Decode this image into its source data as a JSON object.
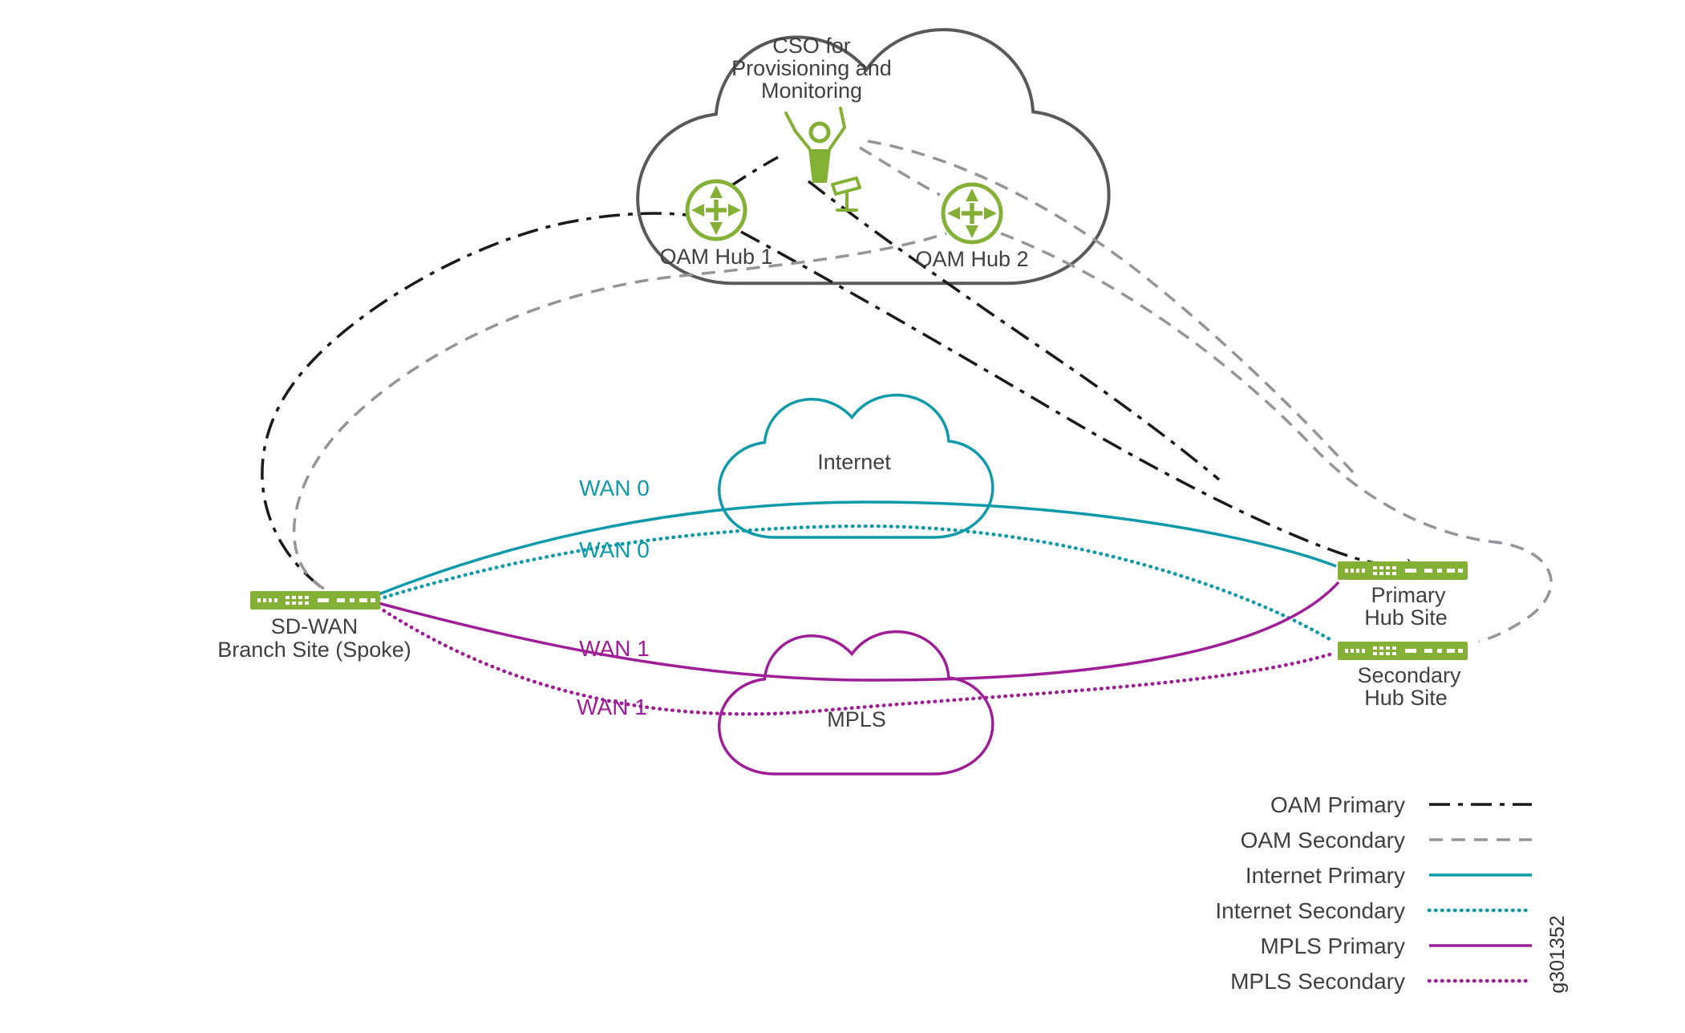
{
  "cso": {
    "line1": "CSO for",
    "line2": "Provisioning and",
    "line3": "Monitoring"
  },
  "nodes": {
    "oam_hub1": "OAM Hub 1",
    "oam_hub2": "OAM Hub 2",
    "internet": "Internet",
    "mpls": "MPLS",
    "branch_line1": "SD-WAN",
    "branch_line2": "Branch Site (Spoke)",
    "primary_line1": "Primary",
    "primary_line2": "Hub Site",
    "secondary_line1": "Secondary",
    "secondary_line2": "Hub Site"
  },
  "wan": {
    "wan0_primary": "WAN 0",
    "wan0_secondary": "WAN 0",
    "wan1_primary": "WAN 1",
    "wan1_secondary": "WAN 1"
  },
  "legend": {
    "items": [
      {
        "label": "OAM Primary",
        "style": "dashdot",
        "color": "#1a1a1a"
      },
      {
        "label": "OAM Secondary",
        "style": "dashed",
        "color": "#939598"
      },
      {
        "label": "Internet Primary",
        "style": "solid",
        "color": "#0e9aaa"
      },
      {
        "label": "Internet Secondary",
        "style": "dotted",
        "color": "#0e9aaa"
      },
      {
        "label": "MPLS Primary",
        "style": "solid",
        "color": "#9f1d96"
      },
      {
        "label": "MPLS Secondary",
        "style": "dotted",
        "color": "#9f1d96"
      }
    ]
  },
  "figure_id": "g301352",
  "colors": {
    "juniper_green": "#84b135",
    "teal": "#0e9aaa",
    "magenta": "#9f1d96",
    "oam_gray": "#939598",
    "oam_black": "#1a1a1a",
    "cloud_gray": "#58595b",
    "text": "#404041"
  }
}
